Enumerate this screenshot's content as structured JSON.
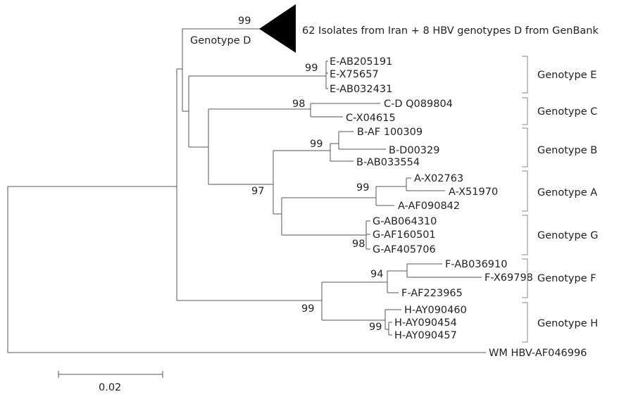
{
  "collapsed_clade": {
    "label": "Genotype D",
    "bootstrap": "99",
    "description": "62 Isolates from Iran + 8 HBV genotypes D from GenBank"
  },
  "taxa": {
    "e1": "E-AB205191",
    "e2": "E-X75657",
    "e3": "E-AB032431",
    "c1": "C-D Q089804",
    "c2": "C-X04615",
    "b1": "B-AF 100309",
    "b2": "B-D00329",
    "b3": "B-AB033554",
    "a1": "A-X02763",
    "a2": "A-X51970",
    "a3": "A-AF090842",
    "g1": "G-AB064310",
    "g2": "G-AF160501",
    "g3": "G-AF405706",
    "f1": "F-AB036910",
    "f2": "F-X69798",
    "f3": "F-AF223965",
    "h1": "H-AY090460",
    "h2": "H-AY090454",
    "h3": "H-AY090457",
    "outgroup": "WM HBV-AF046996"
  },
  "bootstrap": {
    "e": "99",
    "c": "98",
    "b": "99",
    "ab_ag": "97",
    "a": "99",
    "g": "98",
    "f": "94",
    "fh": "99",
    "h": "99"
  },
  "genotype_labels": {
    "e": "Genotype E",
    "c": "Genotype C",
    "b": "Genotype B",
    "a": "Genotype A",
    "g": "Genotype G",
    "f": "Genotype F",
    "h": "Genotype H"
  },
  "scale_bar": {
    "label": "0.02"
  }
}
